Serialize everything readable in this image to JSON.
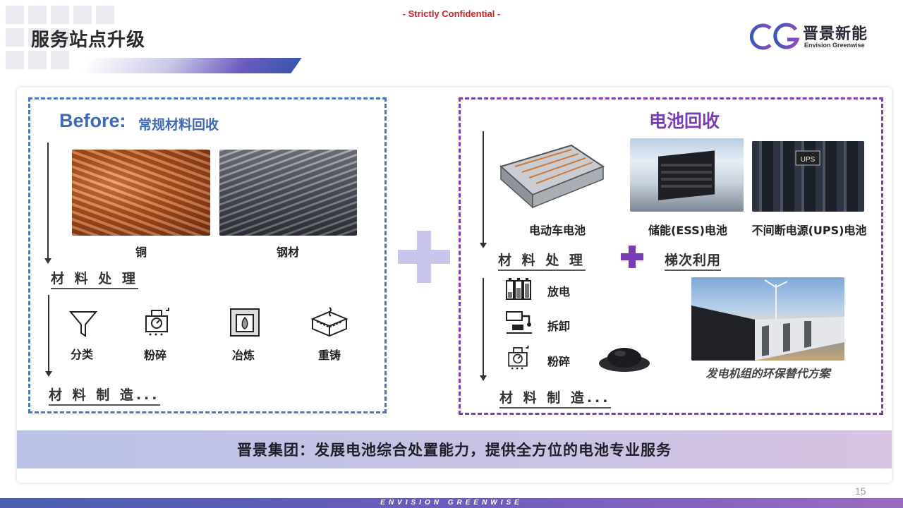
{
  "header": {
    "confidential": "- Strictly Confidential -",
    "title": "服务站点升级",
    "logo_cn": "晋景新能",
    "logo_en": "Envision Greenwise",
    "logo_mark_icon": "eg-logo-icon"
  },
  "left": {
    "before": "Before:",
    "before_sub": "常规材料回收",
    "materials": [
      {
        "label": "铜",
        "image": "copper-scrap-photo"
      },
      {
        "label": "钢材",
        "image": "steel-bars-photo"
      }
    ],
    "processing_label": "材 料 处 理",
    "steps": [
      {
        "label": "分类",
        "icon": "funnel-icon"
      },
      {
        "label": "粉碎",
        "icon": "crusher-icon"
      },
      {
        "label": "冶炼",
        "icon": "furnace-icon"
      },
      {
        "label": "重铸",
        "icon": "casting-icon"
      }
    ],
    "manufacturing_label": "材 料 制 造..."
  },
  "right": {
    "title": "电池回收",
    "batteries": [
      {
        "label": "电动车电池",
        "image": "ev-battery-pack-photo"
      },
      {
        "label": "储能(ESS)电池",
        "image": "ess-container-photo"
      },
      {
        "label": "不间断电源(UPS)电池",
        "image": "ups-rack-photo"
      }
    ],
    "processing_label": "材 料 处 理",
    "reuse_label": "梯次利用",
    "steps": [
      {
        "label": "放电",
        "icon": "discharge-icon"
      },
      {
        "label": "拆卸",
        "icon": "robot-arm-icon"
      },
      {
        "label": "粉碎",
        "icon": "crusher-icon"
      }
    ],
    "manufacturing_label": "材 料 制 造...",
    "genset_caption": "发电机组的环保替代方案"
  },
  "banner": {
    "text": "晋景集团：发展电池综合处置能力，提供全方位的电池专业服务"
  },
  "footer": {
    "page_number": "15",
    "brand": "ENVISION GREENWISE"
  },
  "colors": {
    "blue_accent": "#3d6ab8",
    "purple_accent": "#7a3cb5",
    "confidential_red": "#d0202a"
  }
}
